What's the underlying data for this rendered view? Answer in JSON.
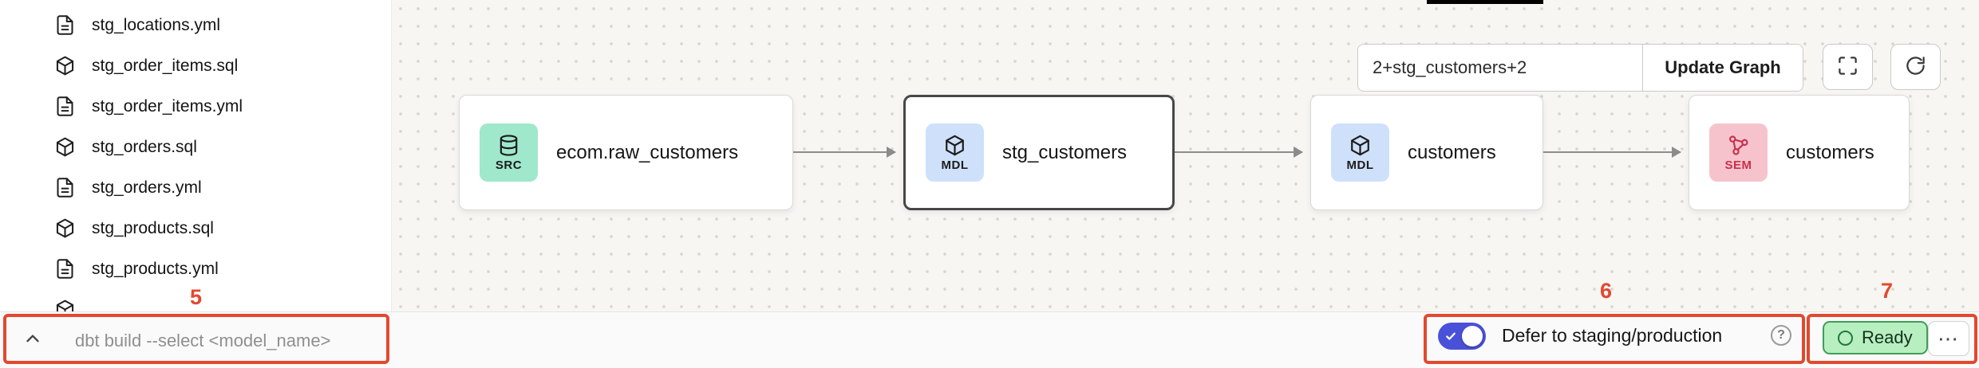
{
  "sidebar": {
    "files": [
      {
        "name": "stg_locations.yml",
        "type": "yml"
      },
      {
        "name": "stg_order_items.sql",
        "type": "sql"
      },
      {
        "name": "stg_order_items.yml",
        "type": "yml"
      },
      {
        "name": "stg_orders.sql",
        "type": "sql"
      },
      {
        "name": "stg_orders.yml",
        "type": "yml"
      },
      {
        "name": "stg_products.sql",
        "type": "sql"
      },
      {
        "name": "stg_products.yml",
        "type": "yml"
      }
    ]
  },
  "graph": {
    "selector_value": "2+stg_customers+2",
    "update_button": "Update Graph",
    "nodes": [
      {
        "badge": "SRC",
        "label": "ecom.raw_customers",
        "icon": "database",
        "selected": false
      },
      {
        "badge": "MDL",
        "label": "stg_customers",
        "icon": "cube",
        "selected": true
      },
      {
        "badge": "MDL",
        "label": "customers",
        "icon": "cube",
        "selected": false
      },
      {
        "badge": "SEM",
        "label": "customers",
        "icon": "semantic",
        "selected": false
      }
    ]
  },
  "bottom_bar": {
    "command_placeholder": "dbt build --select <model_name>",
    "defer_label": "Defer to staging/production",
    "ready_label": "Ready"
  },
  "icons": {
    "more": "⋯",
    "help": "?"
  },
  "annotations": {
    "n5": "5",
    "n6": "6",
    "n7": "7"
  },
  "colors": {
    "annotation_red": "#e2492e",
    "toggle_on": "#4a51d9",
    "ready_bg": "#b7efc0",
    "ready_border": "#3f9e58",
    "src_badge_bg": "#9fe8cb",
    "mdl_badge_bg": "#cfe0fa",
    "sem_badge_bg": "#f6c3cd",
    "sem_icon": "#c8304a",
    "badge_icon": "#1c1c1c"
  }
}
